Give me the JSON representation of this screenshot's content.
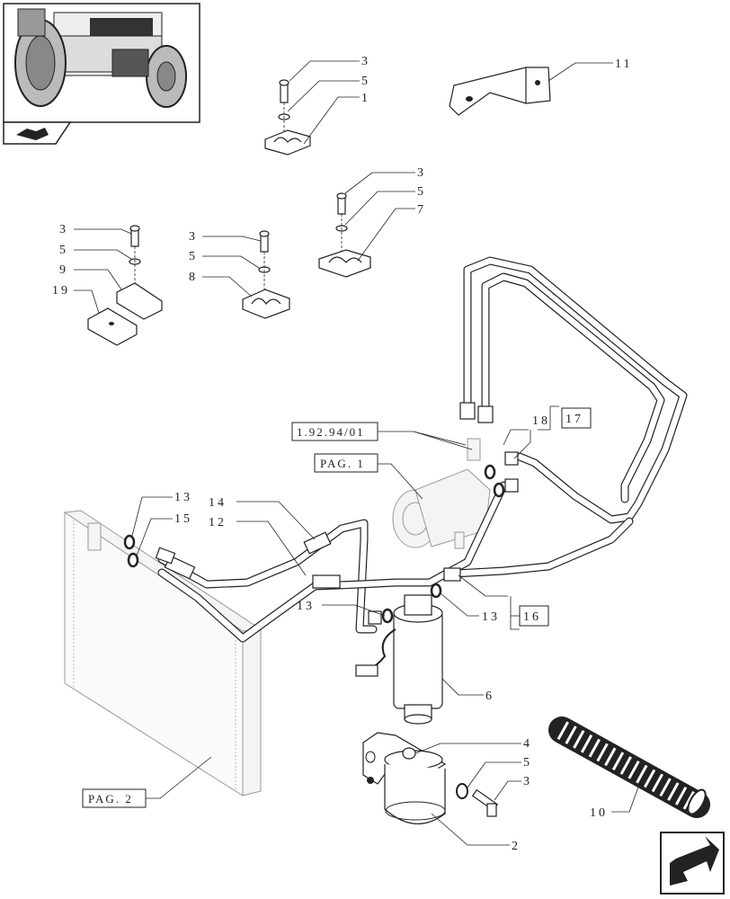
{
  "labels": {
    "c1": "1",
    "c2": "2",
    "c3a": "3",
    "c3b": "3",
    "c3c": "3",
    "c3d": "3",
    "c3e": "3",
    "c4": "4",
    "c5a": "5",
    "c5b": "5",
    "c5c": "5",
    "c5d": "5",
    "c5e": "5",
    "c6": "6",
    "c7": "7",
    "c8": "8",
    "c9": "9",
    "c10": "10",
    "c11": "11",
    "c12": "12",
    "c13a": "13",
    "c13b": "13",
    "c13c": "13",
    "c14": "14",
    "c15": "15",
    "c16": "16",
    "c17": "17",
    "c18": "18",
    "c19": "19"
  },
  "refs": {
    "ref_1": "1.92.94/01",
    "pag_1": "PAG. 1",
    "pag_2": "PAG. 2"
  },
  "icons": {
    "thumbnail": "tractor-thumbnail-icon",
    "nav": "next-page-arrow-icon"
  }
}
